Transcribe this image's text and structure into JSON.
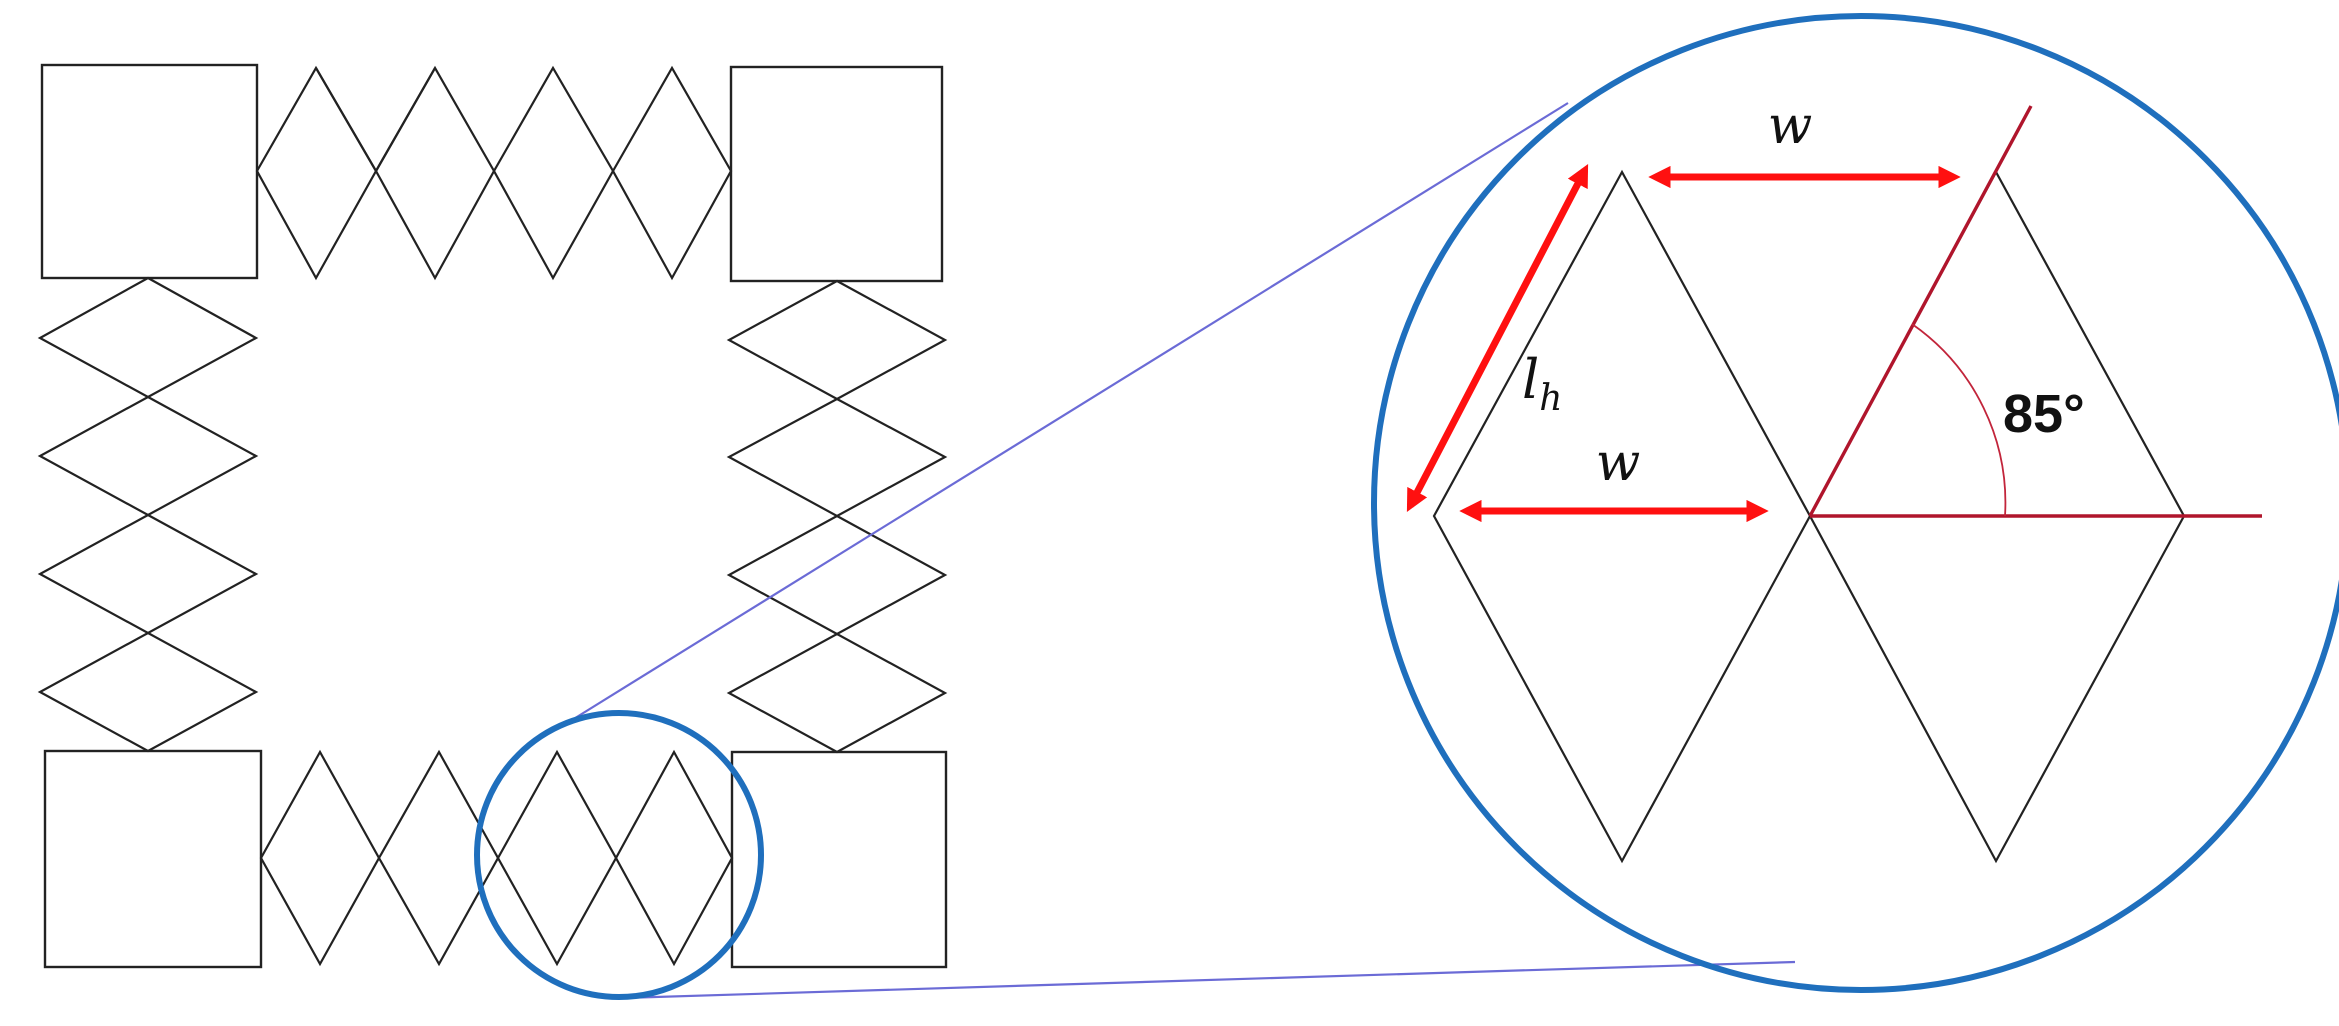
{
  "diagram": {
    "labels": {
      "width_top": "w",
      "width_mid": "w",
      "hinge_length_base": "l",
      "hinge_length_subscript": "h",
      "angle": "85°"
    },
    "colors": {
      "lattice": "#222222",
      "magnifier_circle": "#1f6fbd",
      "zoom_lines": "#6b6bd6",
      "dimension_arrows": "#ff1010",
      "angle_construction": "#b0152c"
    }
  }
}
